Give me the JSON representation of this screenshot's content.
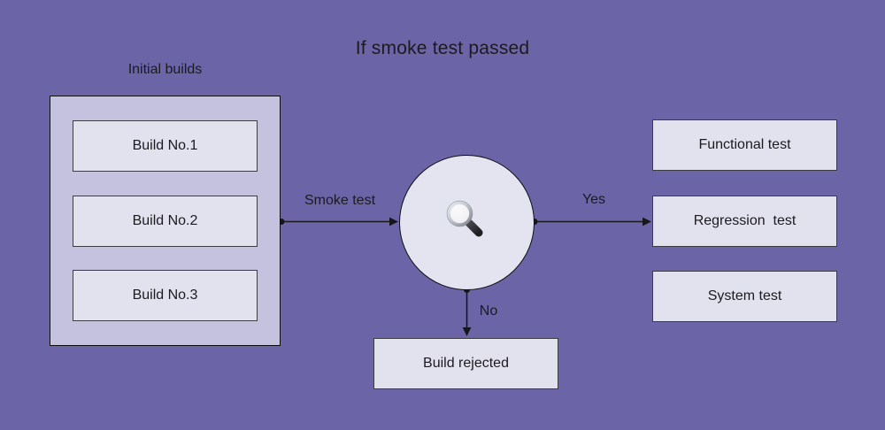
{
  "title": "If smoke test passed",
  "group": {
    "label": "Initial builds",
    "items": [
      {
        "label": "Build No.1"
      },
      {
        "label": "Build No.2"
      },
      {
        "label": "Build No.3"
      }
    ]
  },
  "decision": {
    "icon": "magnifier-icon",
    "meaning": "smoke test check"
  },
  "edges": {
    "smoke": {
      "label": "Smoke test"
    },
    "yes": {
      "label": "Yes"
    },
    "no": {
      "label": "No"
    }
  },
  "outcomes": {
    "items": [
      {
        "label": "Functional test"
      },
      {
        "label": "Regression  test"
      },
      {
        "label": "System test"
      }
    ]
  },
  "rejected": {
    "label": "Build rejected"
  },
  "colors": {
    "background": "#6B64A7",
    "group_fill": "#C5C2DF",
    "node_fill": "#E2E1EE",
    "circle_fill": "#E4E3F0",
    "line": "#17171B",
    "text": "#1B1B1F"
  }
}
